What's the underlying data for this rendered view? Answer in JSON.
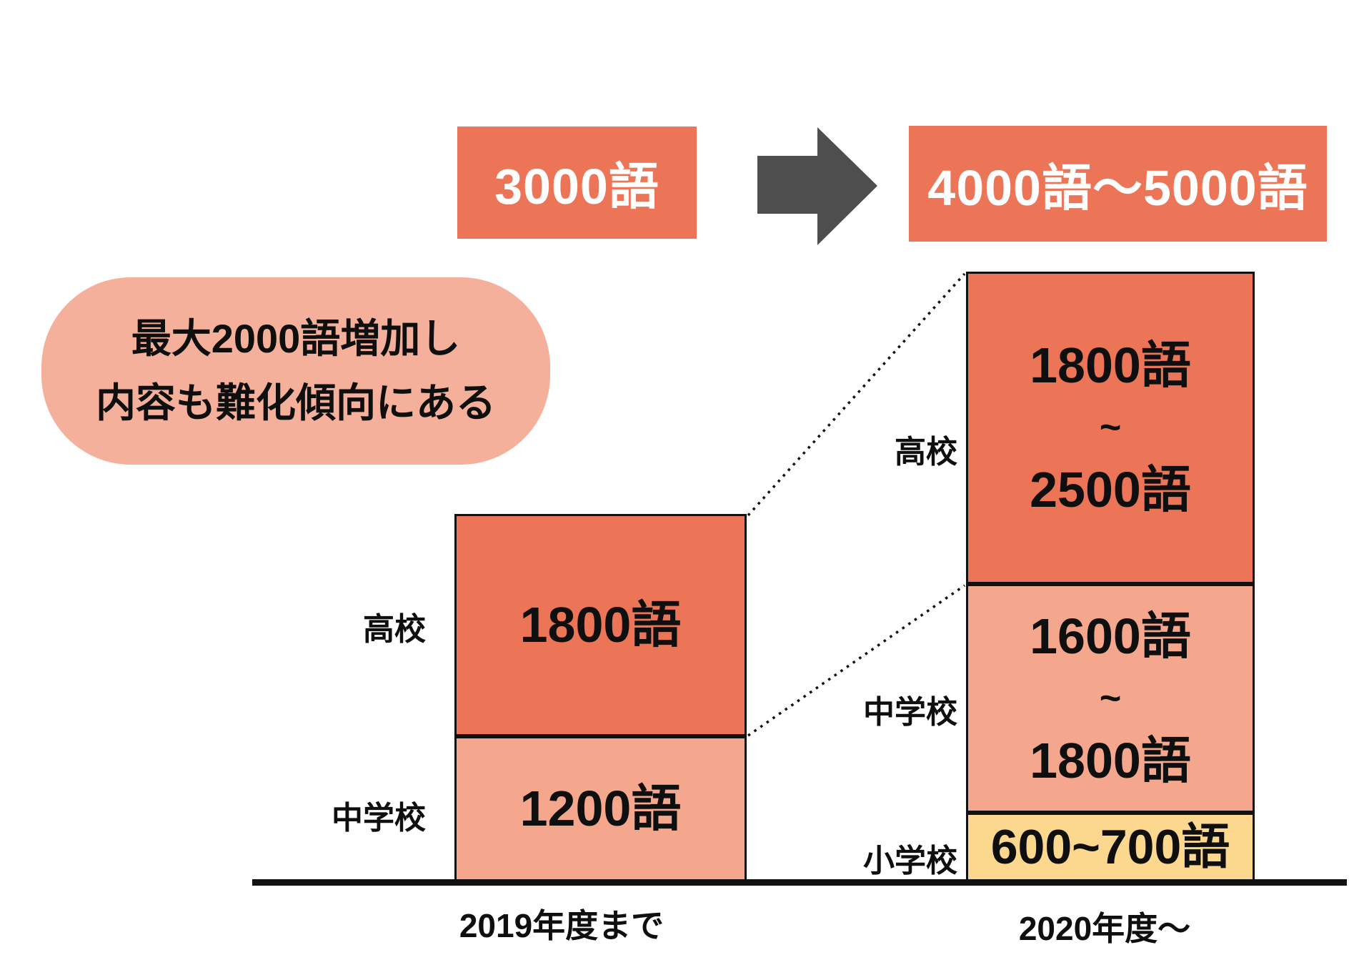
{
  "chart_data": {
    "type": "bar",
    "subtype": "stacked-comparison",
    "categories": [
      "2019年度まで",
      "2020年度〜"
    ],
    "series": [
      {
        "name": "高校",
        "values_text": [
          "1800語",
          "1800語~2500語"
        ],
        "values_words": [
          [
            1800,
            1800
          ],
          [
            1800,
            2500
          ]
        ],
        "color": "#EC7457"
      },
      {
        "name": "中学校",
        "values_text": [
          "1200語",
          "1600語~1800語"
        ],
        "values_words": [
          [
            1200,
            1200
          ],
          [
            1600,
            1800
          ]
        ],
        "color": "#F4A78D"
      },
      {
        "name": "小学校",
        "values_text": [
          null,
          "600~700語"
        ],
        "values_words": [
          null,
          [
            600,
            700
          ]
        ],
        "color": "#FBD88E"
      }
    ],
    "totals": {
      "before": "3000語",
      "after": "4000語〜5000語"
    },
    "annotation": "最大2000語増加し 内容も難化傾向にある",
    "legend_position": "none",
    "grid": false,
    "baseline_axis": true
  },
  "summary": {
    "before": "3000語",
    "after": "4000語〜5000語"
  },
  "callout": {
    "line1": "最大2000語増加し",
    "line2": "内容も難化傾向にある"
  },
  "left_chart": {
    "label": "2019年度まで",
    "segments": [
      {
        "school": "高校",
        "words": "1800語"
      },
      {
        "school": "中学校",
        "words": "1200語"
      }
    ]
  },
  "right_chart": {
    "label": "2020年度〜",
    "segments": [
      {
        "school": "高校",
        "min": "1800語",
        "sep": "~",
        "max": "2500語"
      },
      {
        "school": "中学校",
        "min": "1600語",
        "sep": "~",
        "max": "1800語"
      },
      {
        "school": "小学校",
        "words": "600~700語"
      }
    ]
  },
  "colors": {
    "orange": "#EC7457",
    "salmon": "#F4A78D",
    "bubble_pink": "#F5B09C",
    "yellow": "#FBD88E",
    "arrow_gray": "#4E4E4E",
    "ink": "#111111",
    "background": "#FFFFFF"
  }
}
